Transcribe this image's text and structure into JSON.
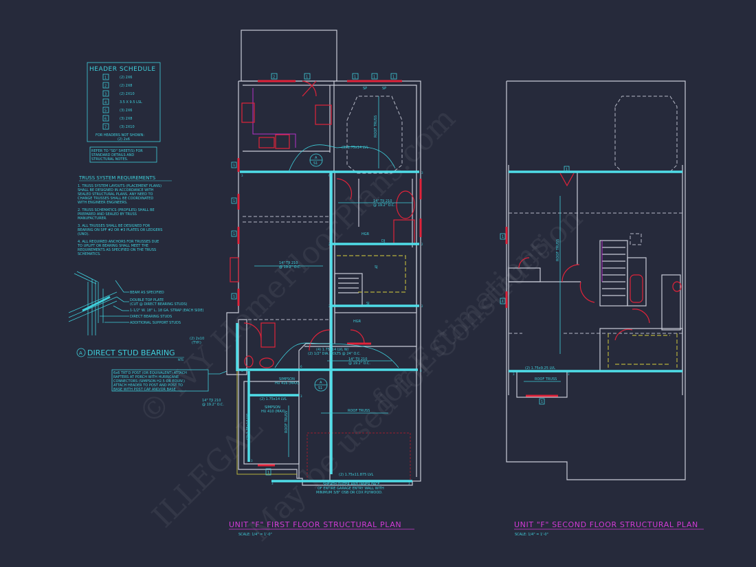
{
  "header_schedule": {
    "title": "HEADER SCHEDULE",
    "rows": [
      {
        "tag": "1",
        "spec": "(2) 2X6"
      },
      {
        "tag": "2",
        "spec": "(2) 2X8"
      },
      {
        "tag": "3",
        "spec": "(2) 2X10"
      },
      {
        "tag": "4",
        "spec": "3.5 X 9.5 LSL"
      },
      {
        "tag": "5",
        "spec": "(3) 2X6"
      },
      {
        "tag": "6",
        "spec": "(3) 2X8"
      },
      {
        "tag": "7",
        "spec": "(3) 2X10"
      }
    ],
    "footer_line1": "FOR HEADERS NOT SHOWN:",
    "footer_line2": "(2) 2x6"
  },
  "refer_note": [
    "REFER TO \"SD\" SHEET(S) FOR",
    "STANDARD DETAILS AND",
    "STRUCTURAL NOTES."
  ],
  "truss_requirements": {
    "title": "TRUSS SYSTEM REQUIREMENTS",
    "items": [
      [
        "1. TRUSS SYSTEM LAYOUTS (PLACEMENT PLANS)",
        "SHALL BE DESIGNED IN ACCORDANCE WITH",
        "SEALED STRUCTURAL PLANS. ANY NEED TO",
        "CHANGE TRUSSES SHALL BE COORDINATED",
        "WITH ENGINEER ENGINEERS."
      ],
      [
        "2. TRUSS SCHEMATICS (PROFILES) SHALL BE",
        "PREPARED AND SEALED BY TRUSS",
        "MANUFACTURER."
      ],
      [
        "3. ALL TRUSSES SHALL BE DESIGNED FOR",
        "BEARING ON SPF #2 OR #3 PLATES OR LEDGERS",
        "(UNO)."
      ],
      [
        "4. ALL REQUIRED ANCHORS FOR TRUSSES DUE",
        "TO UPLIFT OR BEARING SHALL MEET THE",
        "REQUIREMENTS AS SPECIFIED ON THE TRUSS",
        "SCHEMATICS."
      ]
    ]
  },
  "detail": {
    "labels": [
      "BEAM AS SPECIFIED",
      "DOUBLE TOP PLATE",
      "(CUT @ DIRECT BEARING STUDS)",
      "1-1/2\" W. 18\" L. 18 GA. STRAP (EACH SIDE)",
      "DIRECT BEARING STUDS",
      "ADDITIONAL SUPPORT STUDS"
    ],
    "tag": "A",
    "title": "DIRECT STUD BEARING",
    "scale": "NTS"
  },
  "porch_note": [
    "6x6 TRT'D POST (OR EQUIVALENT) ATTACH",
    "RAFTERS AT PORCH WITH HURRICANE",
    "CONNECTORS (SIMPSON H2.5 OR EQUIV.)",
    "ATTACH HEADER TO POST AND POST TO",
    "BASE WITH POST CAP AND/OR BASE"
  ],
  "first_floor": {
    "title": "UNIT \"F\" FIRST FLOOR STRUCTURAL PLAN",
    "scale": "SCALE: 1/4\" = 1'-0\"",
    "top_tags": [
      "2",
      "1",
      "1",
      "1",
      "1"
    ],
    "sp1": "SP",
    "sp2": "SP",
    "beam_top": "(3) 1.75x14 LVL",
    "section_tag_a": "A",
    "section_tag_sheet": "S1",
    "roof_truss_vertical": "ROOF TRUSS",
    "tji_upper": [
      "14\" TJI 210",
      "@ 19.2\" O.C."
    ],
    "tji_living": [
      "14\" TJI 210",
      "@ 19.2\" O.C."
    ],
    "hgr1": "HGR",
    "dj": "DJ",
    "sj1": "SJ",
    "sj2": "SJ",
    "hgr2": "HGR",
    "typ_header": [
      "(2) 2x10",
      "(TYP.)"
    ],
    "garage_beam": [
      "(4) 1.75x14 LVL W/",
      "(2) 1/2\" DIA. BOLTS @ 24\" O.C."
    ],
    "tji_garage": [
      "14\" TJI 210",
      "@ 19.2\" O.C."
    ],
    "simpson1": [
      "SIMPSON",
      "HU 416 (MAX)"
    ],
    "lvl_small": "(2) 1.75x14 LVL",
    "simpson2": [
      "SIMPSON",
      "HU 410 (MAX)"
    ],
    "tji_porch": [
      "14\" TJI 210",
      "@ 19.2\" O.C."
    ],
    "lvl_vertical": "(2) 1.75x14 LVL",
    "roof_truss_small": "ROOF TRUSS",
    "roof_truss_garage": "ROOF TRUSS",
    "garage_door_beam": "(2) 1.75x11.875 LVL",
    "sheath_note": [
      "SHEATH OUTER AND INNER FACE",
      "OF ENTIRE GARAGE ENTRY WALL WITH",
      "MINIMUM 3/8\" OSB OR CDX PLYWOOD."
    ],
    "side_tags": [
      "1",
      "1",
      "1",
      "1"
    ],
    "bottom_tag": "1",
    "bearing_marks": [
      "3",
      "6",
      "3",
      "2",
      "2",
      "2",
      "2",
      "3",
      "3",
      "6",
      "3",
      "3",
      "3",
      "3"
    ]
  },
  "second_floor": {
    "title": "UNIT \"F\" SECOND FLOOR STRUCTURAL PLAN",
    "scale": "SCALE: 1/4\" = 1'-0\"",
    "top_tag": "1",
    "side_tags": [
      "1",
      "1"
    ],
    "roof_truss_vertical": "ROOF TRUSS",
    "bottom_beam": "(2) 1.75x9.25 LVL",
    "roof_truss_small": "ROOF TRUSS",
    "bottom_tag": "1",
    "bearing_marks": [
      "3",
      "3"
    ]
  },
  "watermark": [
    "© IVY HomeFloorPlans.com",
    "ILLEGAL",
    "May be used for Construction",
    "for Estimations"
  ],
  "colors": {
    "background": "#262a3b",
    "annotation": "#3fd0dc",
    "title": "#d23ad6",
    "walls": "#c9ccd8",
    "windows_doors": "#e0233a"
  }
}
